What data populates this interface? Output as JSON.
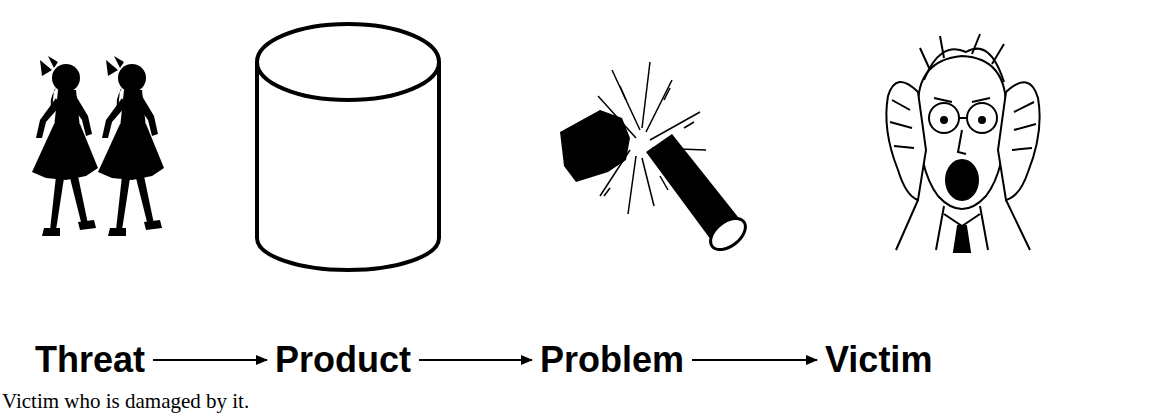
{
  "diagram": {
    "caption": "Victim who is damaged by it.",
    "nodes": [
      {
        "text": [
          "Threat"
        ]
      },
      {
        "text": [
          "Product"
        ]
      },
      {
        "text": [
          "Problem"
        ]
      },
      {
        "text": [
          "Victim"
        ]
      }
    ],
    "edges": [
      {
        "from": 0,
        "to": 1,
        "arrow": "to"
      },
      {
        "from": 1,
        "to": 2,
        "arrow": "to"
      },
      {
        "from": 2,
        "to": 3,
        "arrow": "to"
      }
    ]
  }
}
